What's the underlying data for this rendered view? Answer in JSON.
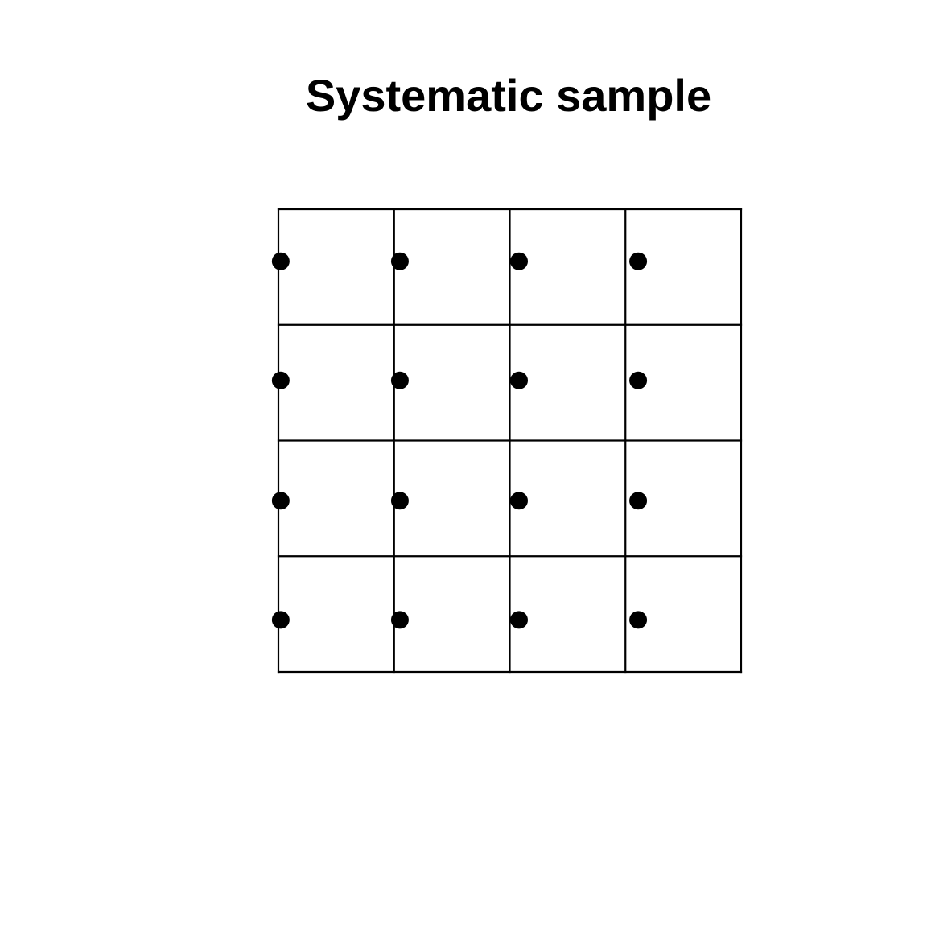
{
  "chart_data": {
    "type": "scatter",
    "title": "Systematic sample",
    "xlabel": "",
    "ylabel": "",
    "xlim": [
      0,
      4
    ],
    "ylim": [
      0,
      4
    ],
    "grid": true,
    "grid_cells": [
      4,
      4
    ],
    "points": [
      {
        "x": 0.02,
        "y": 3.55
      },
      {
        "x": 1.05,
        "y": 3.55
      },
      {
        "x": 2.08,
        "y": 3.55
      },
      {
        "x": 3.11,
        "y": 3.55
      },
      {
        "x": 0.02,
        "y": 2.52
      },
      {
        "x": 1.05,
        "y": 2.52
      },
      {
        "x": 2.08,
        "y": 2.52
      },
      {
        "x": 3.11,
        "y": 2.52
      },
      {
        "x": 0.02,
        "y": 1.48
      },
      {
        "x": 1.05,
        "y": 1.48
      },
      {
        "x": 2.08,
        "y": 1.48
      },
      {
        "x": 3.11,
        "y": 1.48
      },
      {
        "x": 0.02,
        "y": 0.45
      },
      {
        "x": 1.05,
        "y": 0.45
      },
      {
        "x": 2.08,
        "y": 0.45
      },
      {
        "x": 3.11,
        "y": 0.45
      }
    ],
    "colors": {
      "point": "#000000",
      "grid": "#000000"
    }
  }
}
